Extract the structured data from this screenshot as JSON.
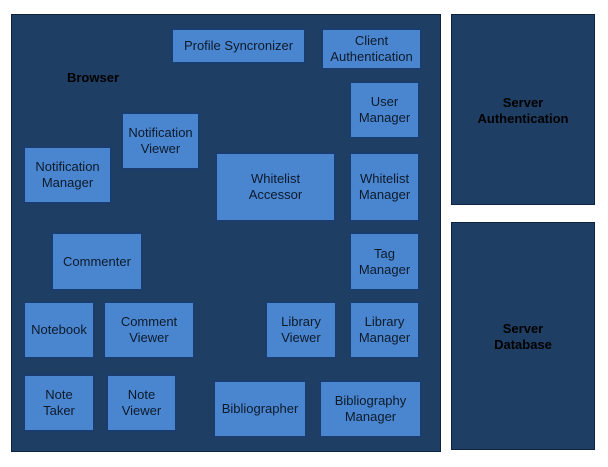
{
  "browser": {
    "label": "Browser"
  },
  "server_auth": {
    "label": "Server\nAuthentication"
  },
  "server_db": {
    "label": "Server\nDatabase"
  },
  "components": {
    "profile_syncronizer": "Profile Syncronizer",
    "client_authentication": "Client\nAuthentication",
    "user_manager": "User\nManager",
    "notification_viewer": "Notification\nViewer",
    "notification_manager": "Notification\nManager",
    "whitelist_accessor": "Whitelist\nAccessor",
    "whitelist_manager": "Whitelist\nManager",
    "commenter": "Commenter",
    "tag_manager": "Tag\nManager",
    "notebook": "Notebook",
    "comment_viewer": "Comment\nViewer",
    "library_viewer": "Library\nViewer",
    "library_manager": "Library\nManager",
    "note_taker": "Note\nTaker",
    "note_viewer": "Note\nViewer",
    "bibliographer": "Bibliographer",
    "bibliography_manager": "Bibliography\nManager"
  }
}
